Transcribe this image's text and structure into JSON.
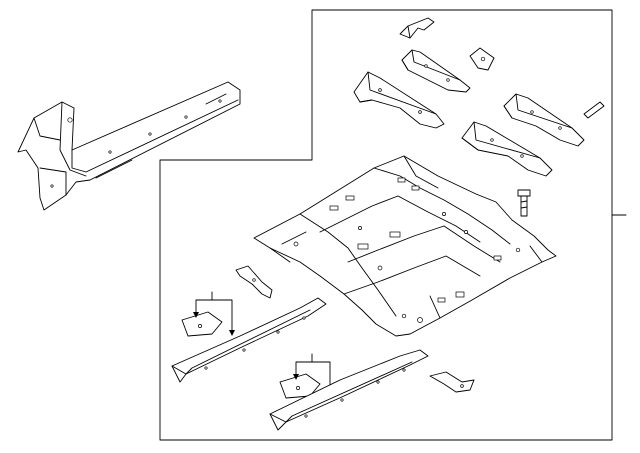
{
  "diagram": {
    "kind": "exploded parts illustration",
    "line_color": "#000000",
    "background": "#ffffff",
    "parts": [
      "rocker-inner-panel",
      "floor-pan",
      "crossmember-front-left",
      "crossmember-front-right",
      "crossmember-rear-left",
      "crossmember-rear-right",
      "small-bracket-top",
      "small-bracket-clip",
      "small-pin",
      "bolt",
      "side-sill-left",
      "side-sill-right",
      "gusset-left",
      "gusset-right",
      "reinforcement-bracket-left",
      "reinforcement-bracket-right",
      "support-bracket-small"
    ]
  }
}
